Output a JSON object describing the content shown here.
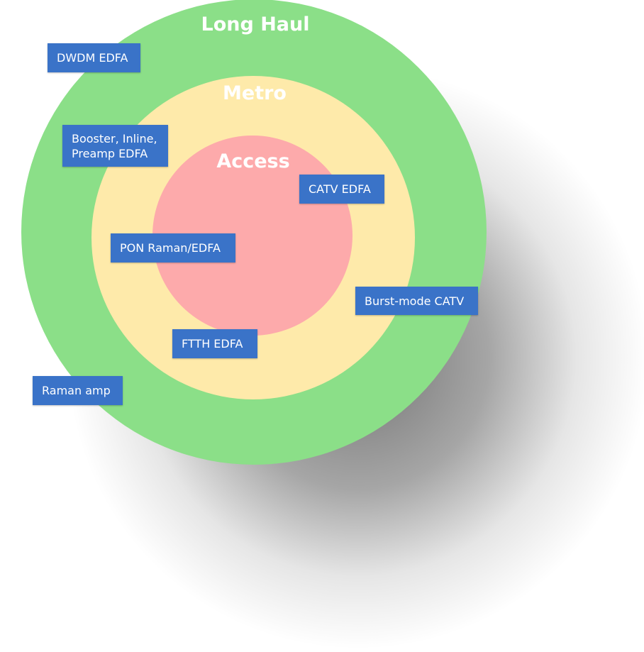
{
  "rings": {
    "long_haul": {
      "label": "Long Haul",
      "color": "#8bdf88"
    },
    "metro": {
      "label": "Metro",
      "color": "#feeaaa"
    },
    "access": {
      "label": "Access",
      "color": "#fdaaab"
    }
  },
  "tags": {
    "color": "#3a73c8",
    "dwdm_edfa": "DWDM EDFA",
    "booster_edfa": "Booster, Inline,\nPreamp EDFA",
    "catv_edfa": "CATV EDFA",
    "pon_raman_edfa": "PON Raman/EDFA",
    "burst_mode_catv": "Burst-mode CATV",
    "ftth_edfa": "FTTH EDFA",
    "raman_amp": "Raman amp"
  }
}
